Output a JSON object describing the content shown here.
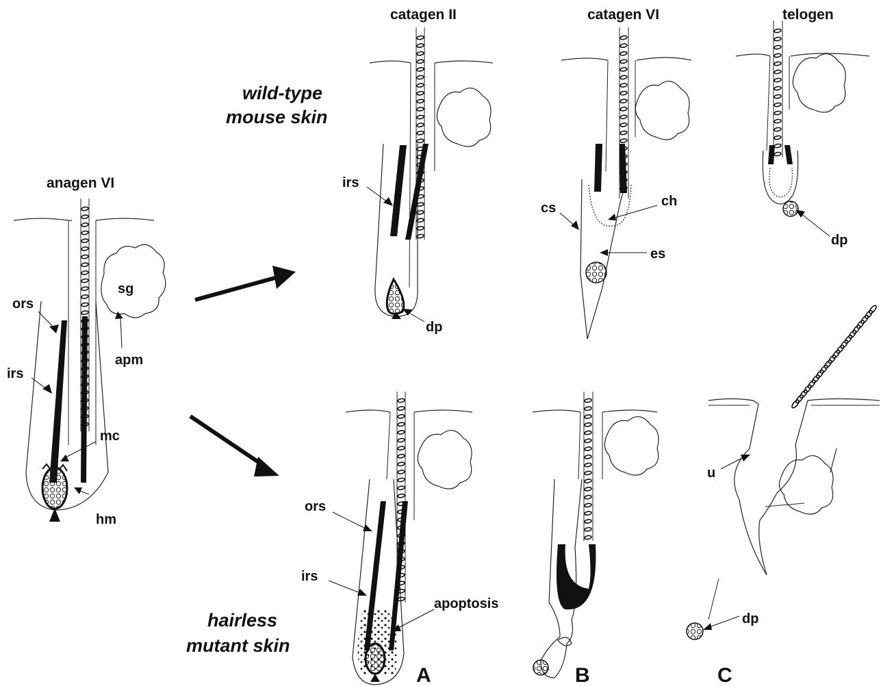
{
  "stage_labels": {
    "anagen": "anagen VI",
    "catagen2": "catagen II",
    "catagen6": "catagen VI",
    "telogen": "telogen"
  },
  "condition_labels": {
    "wt_line1": "wild-type",
    "wt_line2": "mouse  skin",
    "hr_line1": "hairless",
    "hr_line2": "mutant skin"
  },
  "structure_labels": {
    "sg": "sg",
    "ors": "ors",
    "irs": "irs",
    "apm": "apm",
    "mc": "mc",
    "hm": "hm",
    "dp": "dp",
    "cs": "cs",
    "ch": "ch",
    "es": "es",
    "apoptosis": "apoptosis",
    "u": "u"
  },
  "panel_labels": {
    "a": "A",
    "b": "B",
    "c": "C"
  }
}
